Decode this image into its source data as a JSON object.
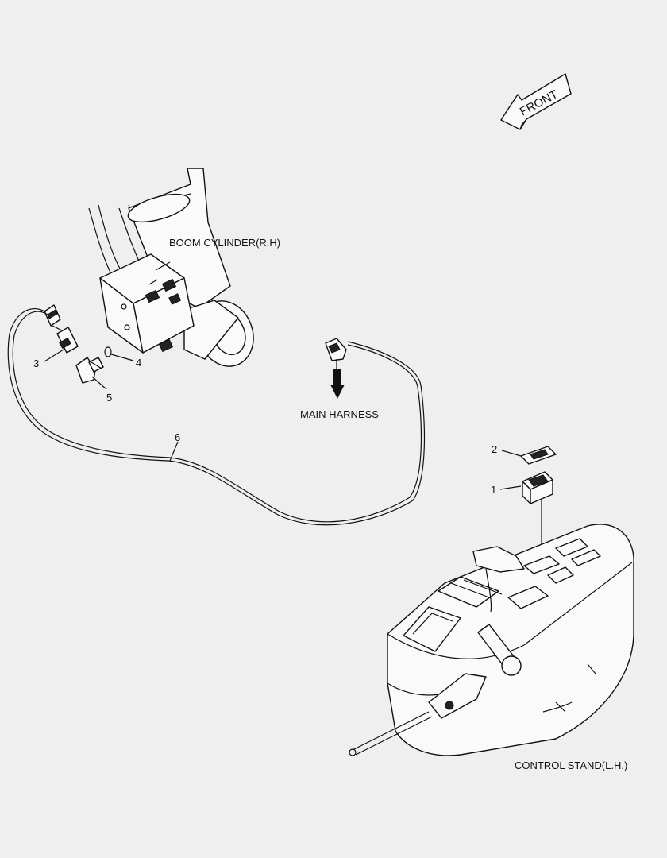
{
  "labels": {
    "front": "FRONT",
    "boom_cylinder": "BOOM CYLINDER(R.H)",
    "main_harness": "MAIN HARNESS",
    "control_stand": "CONTROL STAND(L.H.)"
  },
  "callouts": {
    "c1": "1",
    "c2": "2",
    "c3": "3",
    "c4": "4",
    "c5": "5",
    "c6": "6"
  }
}
